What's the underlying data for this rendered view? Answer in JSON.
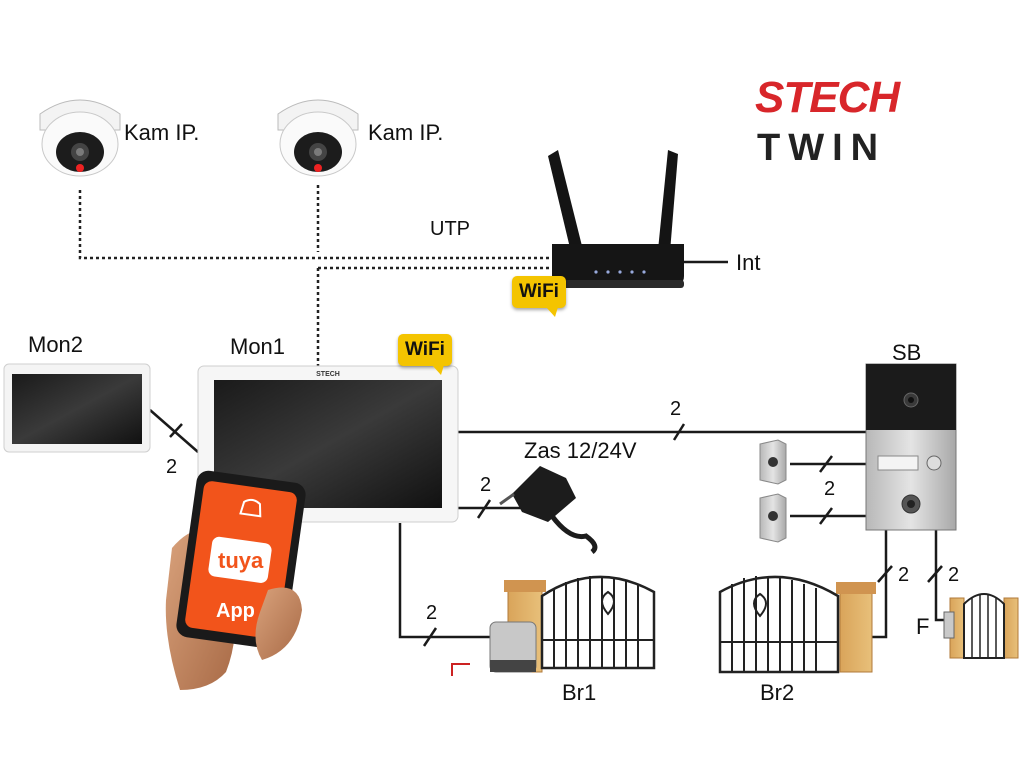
{
  "brand": {
    "line1": "STECH",
    "line2": "TWIN",
    "monitor_logo": "STECH"
  },
  "devices": {
    "camera1": "Kam IP.",
    "camera2": "Kam IP.",
    "internet": "Int",
    "monitor2": "Mon2",
    "monitor1": "Mon1",
    "station": "SB",
    "power": "Zas 12/24V",
    "gate1": "Br1",
    "gate2": "Br2",
    "lock": "F"
  },
  "cables": {
    "utp": "UTP",
    "wire_count": "2"
  },
  "badges": {
    "wifi": "WiFi"
  },
  "phone": {
    "app_name": "tuya",
    "app_label": "App"
  },
  "colors": {
    "accent": "#d8262a",
    "wifi_badge": "#f4c400",
    "app_orange": "#f2541b"
  }
}
